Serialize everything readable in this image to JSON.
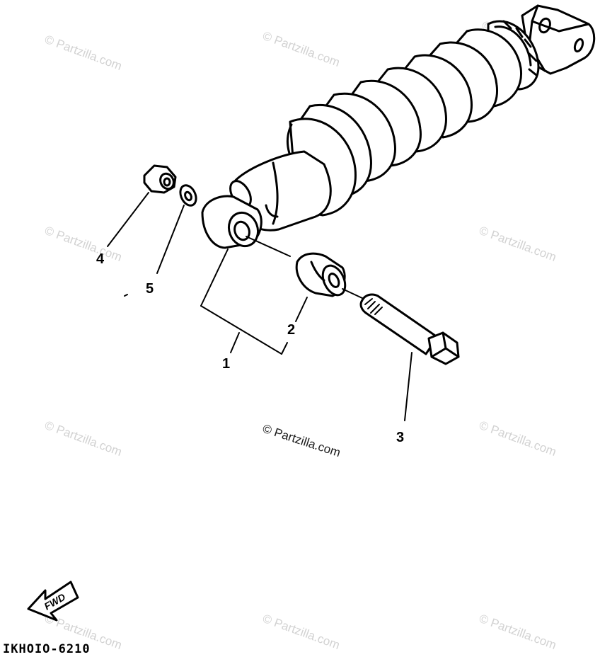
{
  "watermark": "© Partzilla.com",
  "watermark_center": "© Partzilla.com",
  "callouts": {
    "part1": "1",
    "part2": "2",
    "part3": "3",
    "part4": "4",
    "part5": "5"
  },
  "fwd_arrow_label": "FWD",
  "diagram_code": "IKHOIO-6210"
}
